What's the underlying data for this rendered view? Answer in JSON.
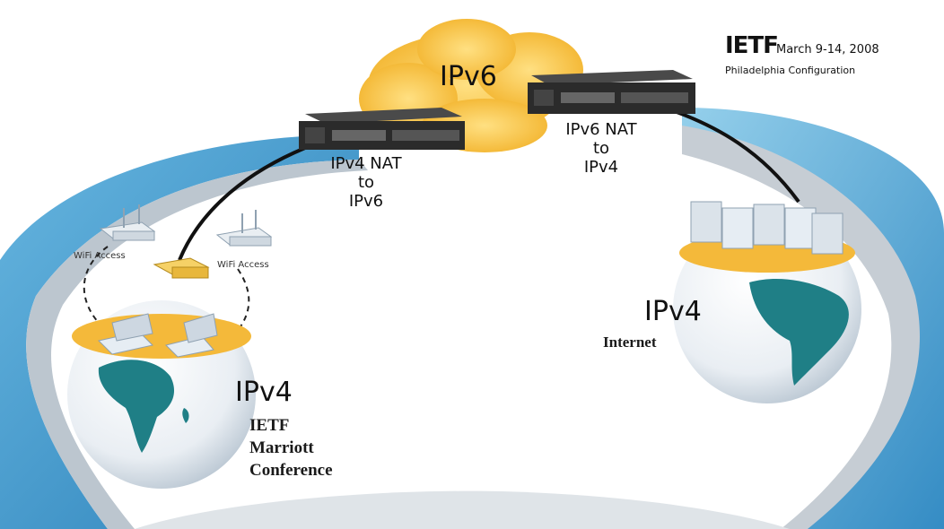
{
  "header": {
    "brand": "IETF",
    "date": "March 9-14, 2008",
    "subtitle": "Philadelphia Configuration"
  },
  "cloud": {
    "label": "IPv6"
  },
  "devices": {
    "left_translator": {
      "line1": "IPv4 NAT",
      "line2": "to",
      "line3": "IPv6"
    },
    "right_translator": {
      "line1": "IPv6 NAT",
      "line2": "to",
      "line3": "IPv4"
    }
  },
  "left_globe": {
    "label": "IPv4",
    "caption_line1": "IETF",
    "caption_line2": "Marriott",
    "caption_line3": "Conference",
    "wifi_label_left": "WiFi Access",
    "wifi_label_right": "WiFi Access"
  },
  "right_globe": {
    "label": "IPv4",
    "caption": "Internet"
  },
  "colors": {
    "sky_blue": "#2f8cc4",
    "cloud_yellow": "#f7c33b",
    "land_teal": "#1f7f86",
    "device_dark": "#2b2b2b"
  }
}
